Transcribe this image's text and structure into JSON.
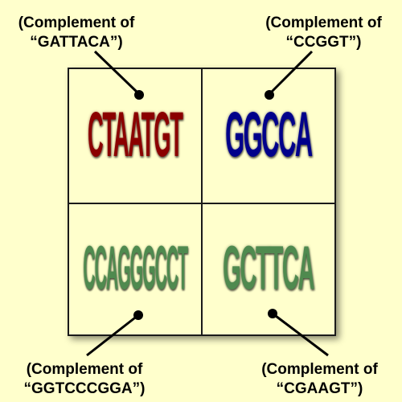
{
  "cells": [
    {
      "sequence": "CTAATGT",
      "color": "#8b0000"
    },
    {
      "sequence": "GGCCA",
      "color": "#00008b"
    },
    {
      "sequence": "CCAGGGCCT",
      "color": "#4f8a4f"
    },
    {
      "sequence": "GCTTCA",
      "color": "#4f8a4f"
    }
  ],
  "labels": [
    {
      "line1": "(Complement of",
      "line2": "“GATTACA”)"
    },
    {
      "line1": "(Complement of",
      "line2": "“CCGGT”)"
    },
    {
      "line1": "(Complement of",
      "line2": "“GGTCCCGGA”)"
    },
    {
      "line1": "(Complement of",
      "line2": "“CGAAGT”)"
    }
  ]
}
